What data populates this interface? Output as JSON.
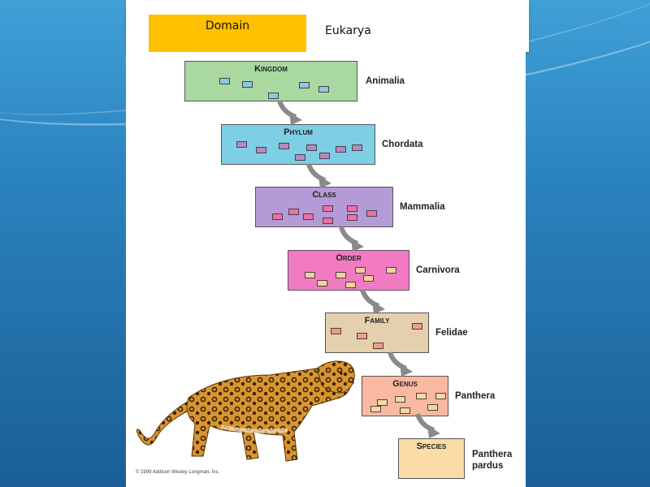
{
  "header": {
    "domain_label": "Domain",
    "domain_value": "Eukarya"
  },
  "ranks": [
    {
      "title": "Kingdom",
      "name": "Animalia",
      "fill": "#a9d9a1",
      "chip": "#8cc9e4"
    },
    {
      "title": "Phylum",
      "name": "Chordata",
      "fill": "#7dcfe6",
      "chip": "#b78ac5"
    },
    {
      "title": "Class",
      "name": "Mammalia",
      "fill": "#b49ad6",
      "chip": "#ef6fa8"
    },
    {
      "title": "Order",
      "name": "Carnivora",
      "fill": "#f27ac3",
      "chip": "#f6cf9d"
    },
    {
      "title": "Family",
      "name": "Felidae",
      "fill": "#e5d0ae",
      "chip": "#f39b88"
    },
    {
      "title": "Genus",
      "name": "Panthera",
      "fill": "#f9b9a0",
      "chip": "#f7d89f"
    },
    {
      "title": "Species",
      "name": "Panthera pardus",
      "fill": "#fbdba6",
      "chip": ""
    }
  ],
  "copyright": "© 1999 Addison Wesley Longman, Inc.",
  "colors": {
    "domain_box": "#ffc000",
    "arrow": "#8a8a8a"
  },
  "icons": [
    "leopard-illustration",
    "curved-arrow-icon"
  ]
}
